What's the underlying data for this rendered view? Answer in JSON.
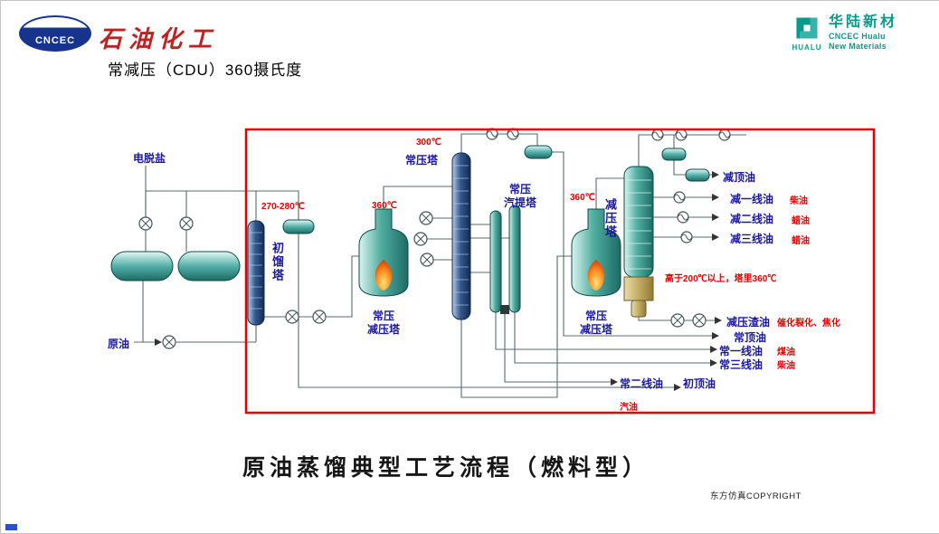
{
  "header": {
    "cncec_logo": "CNCEC",
    "brand": "石油化工",
    "hualu": {
      "cn": "华陆新材",
      "en1": "CNCEC Hualu",
      "en2": "New Materials",
      "icon_caption": "HUALU"
    }
  },
  "title": "常减压（CDU）360摄氏度",
  "diagram": {
    "temps": {
      "initial": "270-280℃",
      "furnace1": "360℃",
      "atm_top": "300℃",
      "furnace2": "360℃",
      "note": "高于200℃以上，塔里360℃"
    },
    "labels": {
      "desalter": "电脱盐",
      "crude": "原油",
      "initial_tower": "初馏塔",
      "atm_tower": "常压塔",
      "atm_stripper": "常压\n汽提塔",
      "vacuum_tower": "减压塔",
      "furnace1": "常压\n减压塔",
      "furnace2": "常压\n减压塔"
    },
    "outputs": {
      "vac_top": "减顶油",
      "vac_line1": "减一线油",
      "vac_line1_use": "柴油",
      "vac_line2": "减二线油",
      "vac_line2_use": "蜡油",
      "vac_line3": "减三线油",
      "vac_line3_use": "蜡油",
      "vac_residue": "减压渣油",
      "vac_residue_use": "催化裂化、焦化",
      "atm_top_oil": "常顶油",
      "atm_line1": "常一线油",
      "atm_line1_use": "煤油",
      "atm_line3": "常三线油",
      "atm_line3_use": "柴油",
      "atm_line2": "常二线油",
      "initial_top_oil": "初顶油",
      "gasoline": "汽油"
    },
    "caption": "原油蒸馏典型工艺流程（燃料型）",
    "copyright": "东方仿真COPYRIGHT"
  },
  "colors": {
    "accent_red": "#e60000",
    "label_blue": "#1a18a0",
    "equipment_teal": "#2e8b8a",
    "brand_red": "#c02020",
    "hualu_teal": "#0a9a8c",
    "cncec_blue": "#16348e"
  }
}
